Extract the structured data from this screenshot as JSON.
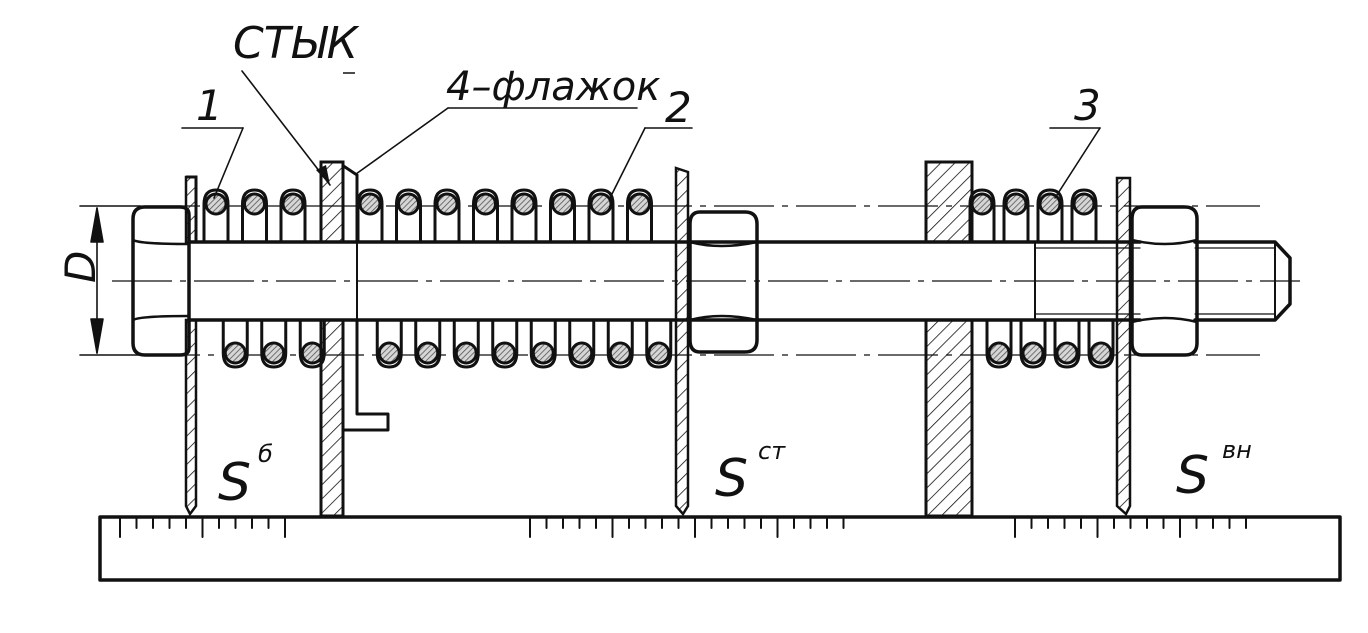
{
  "labels": {
    "stык": "СТЫК",
    "flag": "4–флажок",
    "n1": "1",
    "n2": "2",
    "n3": "3",
    "d": "D",
    "s1_main": "S",
    "s1_sup": "б",
    "s2_main": "S",
    "s2_sup": "ст",
    "s3_main": "S",
    "s3_sup": "вн"
  },
  "colors": {
    "ink": "#111111",
    "coil": "#8a8a8a",
    "background": "#ffffff"
  }
}
